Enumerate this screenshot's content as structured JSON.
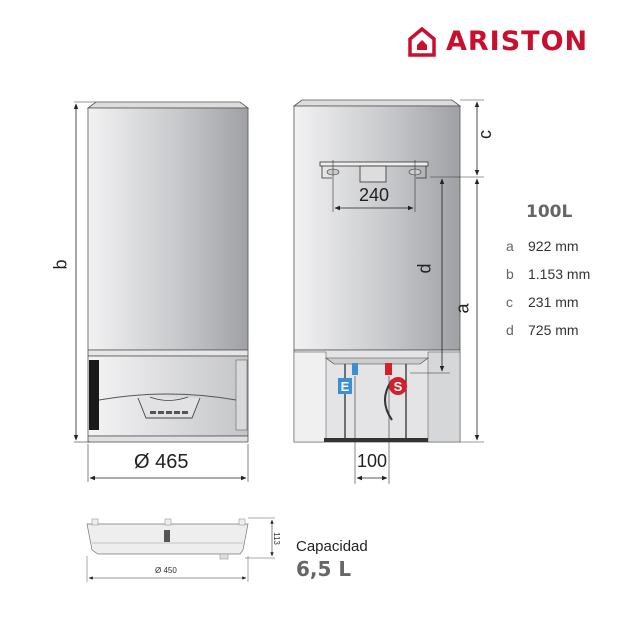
{
  "brand": {
    "name": "ARISTON",
    "color": "#c8102e",
    "logo_icon": "house-icon"
  },
  "specs": {
    "title": "100L",
    "rows": [
      {
        "key": "a",
        "value": "922 mm"
      },
      {
        "key": "b",
        "value": "1.153 mm"
      },
      {
        "key": "c",
        "value": "231 mm"
      },
      {
        "key": "d",
        "value": "725 mm"
      }
    ]
  },
  "front_view": {
    "dim_width": "Ø 465",
    "dim_height_label": "b"
  },
  "side_view": {
    "dim_bracket": "240",
    "dim_pipes": "100",
    "label_c": "c",
    "label_d": "d",
    "label_a": "a",
    "inlet_label": "E",
    "outlet_label": "S",
    "inlet_color": "#3b8fd6",
    "outlet_color": "#d3202f"
  },
  "bottom_view": {
    "dim_width": "Ø 450",
    "dim_height": "113"
  },
  "capacity": {
    "label": "Capacidad",
    "value": "6,5 L"
  }
}
